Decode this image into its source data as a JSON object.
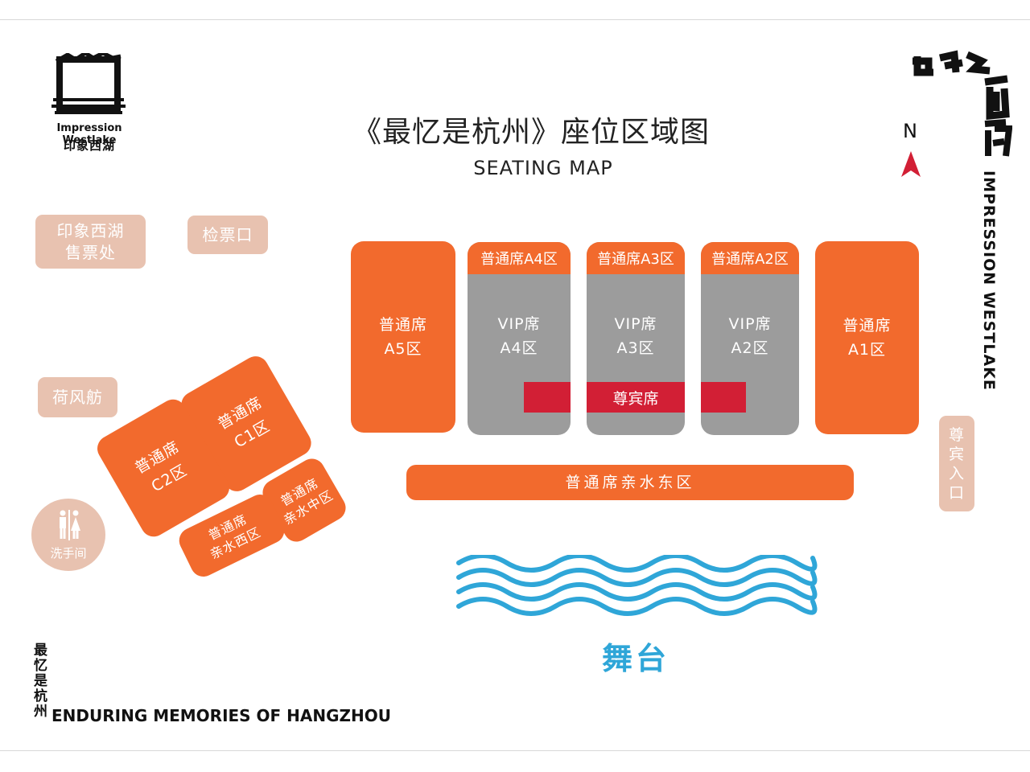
{
  "header": {
    "title": "《最忆是杭州》座位区域图",
    "subtitle": "SEATING MAP",
    "north_label": "N"
  },
  "logo": {
    "name_en": "Impression Westlake",
    "name_cn": "印象西湖"
  },
  "side_brand": {
    "calligraphy": "印象西湖",
    "vertical_en": "IMPRESSION WESTLAKE"
  },
  "facilities": {
    "ticket_office": "印象西湖\n售票处",
    "ticket_check": "检票口",
    "hefeng_boat": "荷风舫",
    "restroom": "洗手间",
    "vip_entrance": "尊\n宾\n入\n口"
  },
  "zones": {
    "a5": "普通席\nA5区",
    "a1": "普通席\nA1区",
    "a4": {
      "header": "普通席A4区",
      "vip": "VIP席\nA4区"
    },
    "a3": {
      "header": "普通席A3区",
      "vip": "VIP席\nA3区",
      "honored": "尊宾席"
    },
    "a2": {
      "header": "普通席A2区",
      "vip": "VIP席\nA2区"
    },
    "east_waterside": "普通席亲水东区",
    "c1": "普通席\nC1区",
    "c2": "普通席\nC2区",
    "middle_waterside": "普通席\n亲水中区",
    "west_waterside": "普通席\n亲水西区"
  },
  "stage": {
    "label": "舞台"
  },
  "footer": {
    "slogan_cn": "最忆是杭州",
    "slogan_en": "ENDURING MEMORIES OF HANGZHOU"
  },
  "colors": {
    "orange": "#f26a2d",
    "vip_gray": "#9c9c9c",
    "honored_red": "#d21f35",
    "facility_beige": "#e8c2b0",
    "water_blue": "#2fa6d8",
    "north_arrow": "#d21f35"
  }
}
